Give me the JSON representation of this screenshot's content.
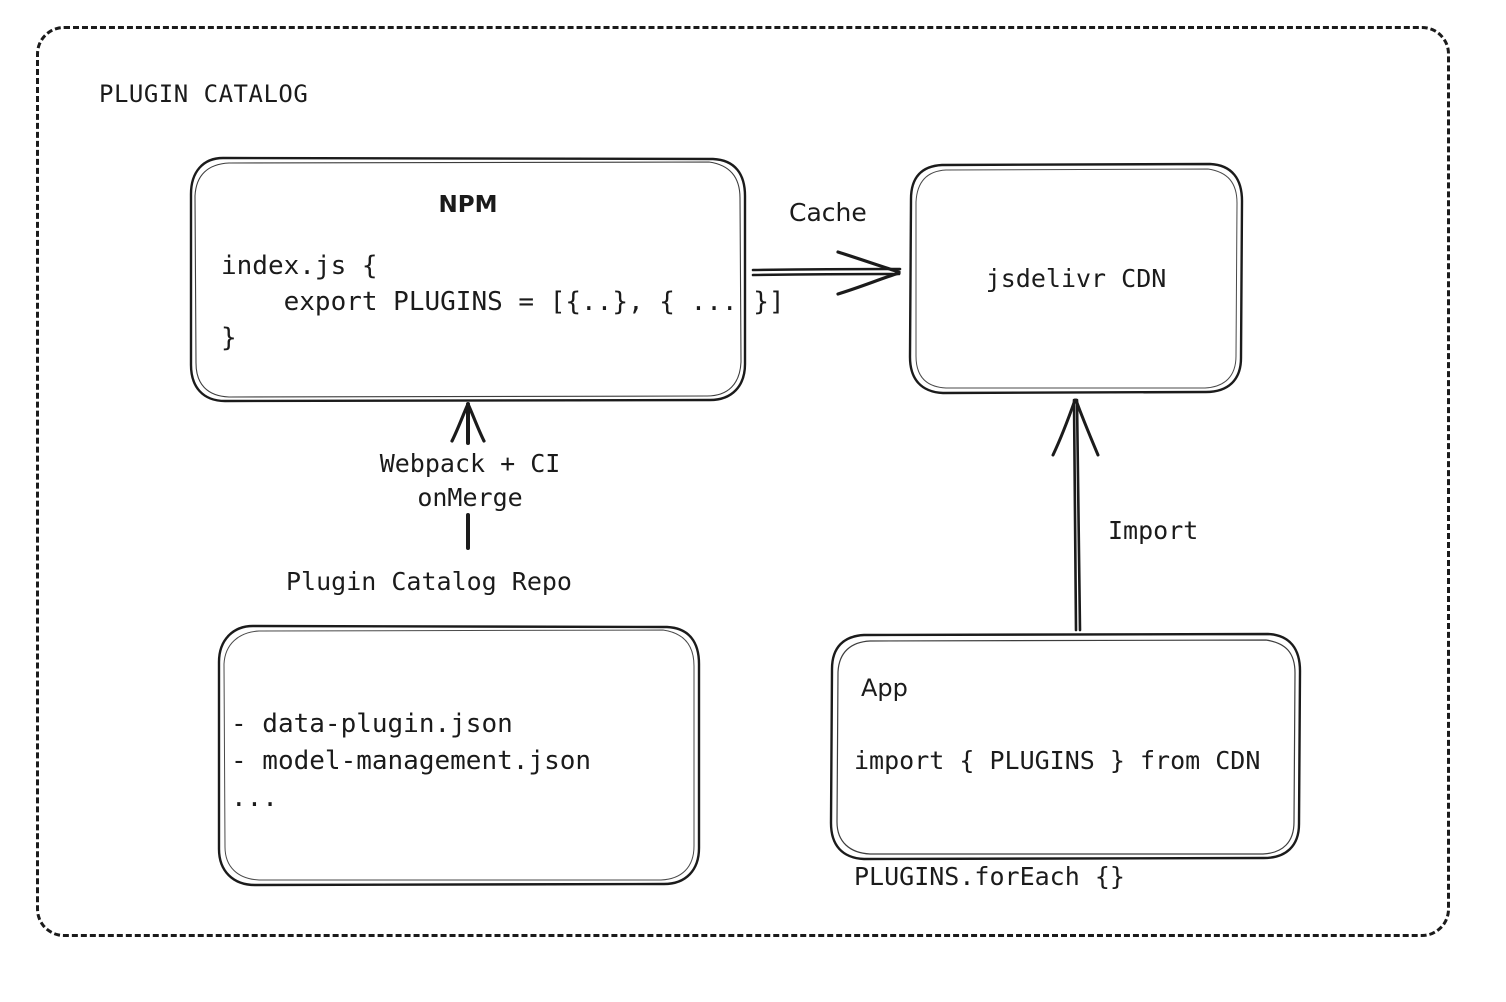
{
  "diagram": {
    "section_title": "PLUGIN CATALOG",
    "nodes": {
      "npm": {
        "title": "NPM",
        "code": "index.js {\n    export PLUGINS = [{..}, { ... }]\n}"
      },
      "cdn": {
        "title": "jsdelivr CDN"
      },
      "repo": {
        "caption": "Plugin Catalog Repo",
        "files": "- data-plugin.json\n- model-management.json\n..."
      },
      "app": {
        "title": "App",
        "code": "import { PLUGINS } from CDN\n\nPLUGINS.forEach {}"
      }
    },
    "connectors": {
      "cache": "Cache",
      "import": "Import",
      "webpack": "Webpack + CI\nonMerge"
    },
    "colors": {
      "stroke": "#1b1b1b",
      "background": "#ffffff"
    }
  }
}
